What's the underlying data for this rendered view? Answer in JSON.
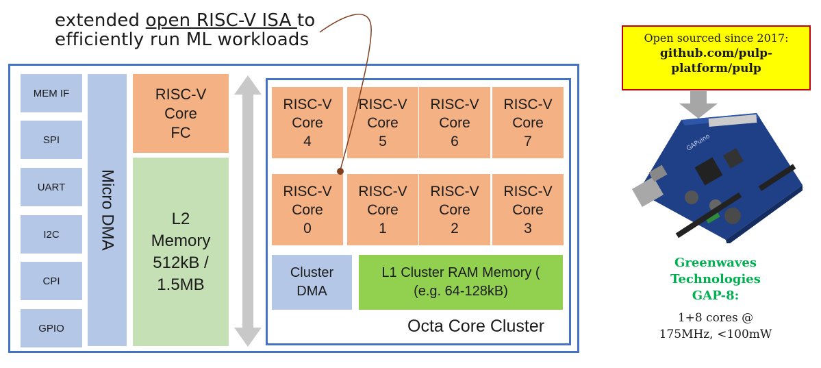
{
  "caption": {
    "line1_pre": "extended ",
    "line1_link": "open RISC-V ISA ",
    "line1_post": "to",
    "line2": "efficiently run ML workloads"
  },
  "peripherals": [
    "MEM IF",
    "SPI",
    "UART",
    "I2C",
    "CPI",
    "GPIO"
  ],
  "micro_dma": "Micro DMA",
  "fc_core": {
    "l1": "RISC-V",
    "l2": "Core",
    "l3": "FC"
  },
  "l2_memory": {
    "l1": "L2",
    "l2": "Memory",
    "l3": "512kB /",
    "l4": "1.5MB"
  },
  "cluster": {
    "cores": [
      {
        "l1": "RISC-V",
        "l2": "Core",
        "num": "4"
      },
      {
        "l1": "RISC-V",
        "l2": "Core",
        "num": "5"
      },
      {
        "l1": "RISC-V",
        "l2": "Core",
        "num": "6"
      },
      {
        "l1": "RISC-V",
        "l2": "Core",
        "num": "7"
      },
      {
        "l1": "RISC-V",
        "l2": "Core",
        "num": "0"
      },
      {
        "l1": "RISC-V",
        "l2": "Core",
        "num": "1"
      },
      {
        "l1": "RISC-V",
        "l2": "Core",
        "num": "2"
      },
      {
        "l1": "RISC-V",
        "l2": "Core",
        "num": "3"
      }
    ],
    "dma": {
      "l1": "Cluster",
      "l2": "DMA"
    },
    "l1_ram": {
      "l1": "L1 Cluster RAM Memory (",
      "l2": "(e.g. 64-128kB)"
    },
    "label": "Octa Core Cluster"
  },
  "open_source": {
    "l1": "Open sourced since 2017:",
    "l2": "github.com/pulp-",
    "l3": "platform/pulp"
  },
  "board_label": "GAPuino",
  "greenwaves": {
    "l1": "Greenwaves",
    "l2": "Technologies",
    "l3": "GAP-8:",
    "spec1": "1+8 cores @",
    "spec2": "175MHz, <100mW"
  },
  "colors": {
    "border_blue": "#4472c4",
    "periph_blue": "#b4c7e7",
    "core_orange": "#f4b183",
    "l2_green": "#c5e0b4",
    "l1_green": "#92d050",
    "highlight_yellow": "#ffff00",
    "highlight_border": "#c00000",
    "greenwaves_green": "#00b050"
  }
}
